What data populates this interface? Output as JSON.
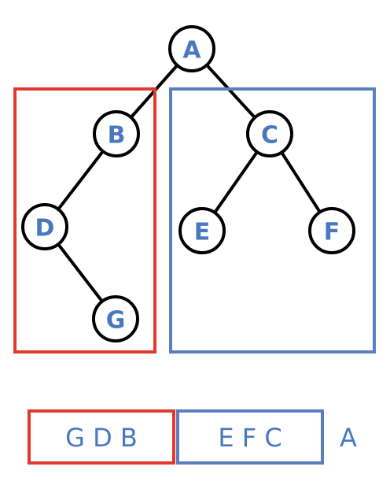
{
  "colors": {
    "left_subtree": "#e03a2f",
    "right_subtree": "#5b7fbe",
    "label_text": "#4a78c0",
    "edge": "#000000"
  },
  "tree": {
    "nodes": [
      {
        "id": "A",
        "label": "A"
      },
      {
        "id": "B",
        "label": "B"
      },
      {
        "id": "C",
        "label": "C"
      },
      {
        "id": "D",
        "label": "D"
      },
      {
        "id": "E",
        "label": "E"
      },
      {
        "id": "F",
        "label": "F"
      },
      {
        "id": "G",
        "label": "G"
      }
    ],
    "edges": [
      [
        "A",
        "B"
      ],
      [
        "A",
        "C"
      ],
      [
        "B",
        "D"
      ],
      [
        "D",
        "G"
      ],
      [
        "C",
        "E"
      ],
      [
        "C",
        "F"
      ]
    ]
  },
  "sequence": {
    "left": "G D B",
    "right": "E F C",
    "root": "A"
  }
}
